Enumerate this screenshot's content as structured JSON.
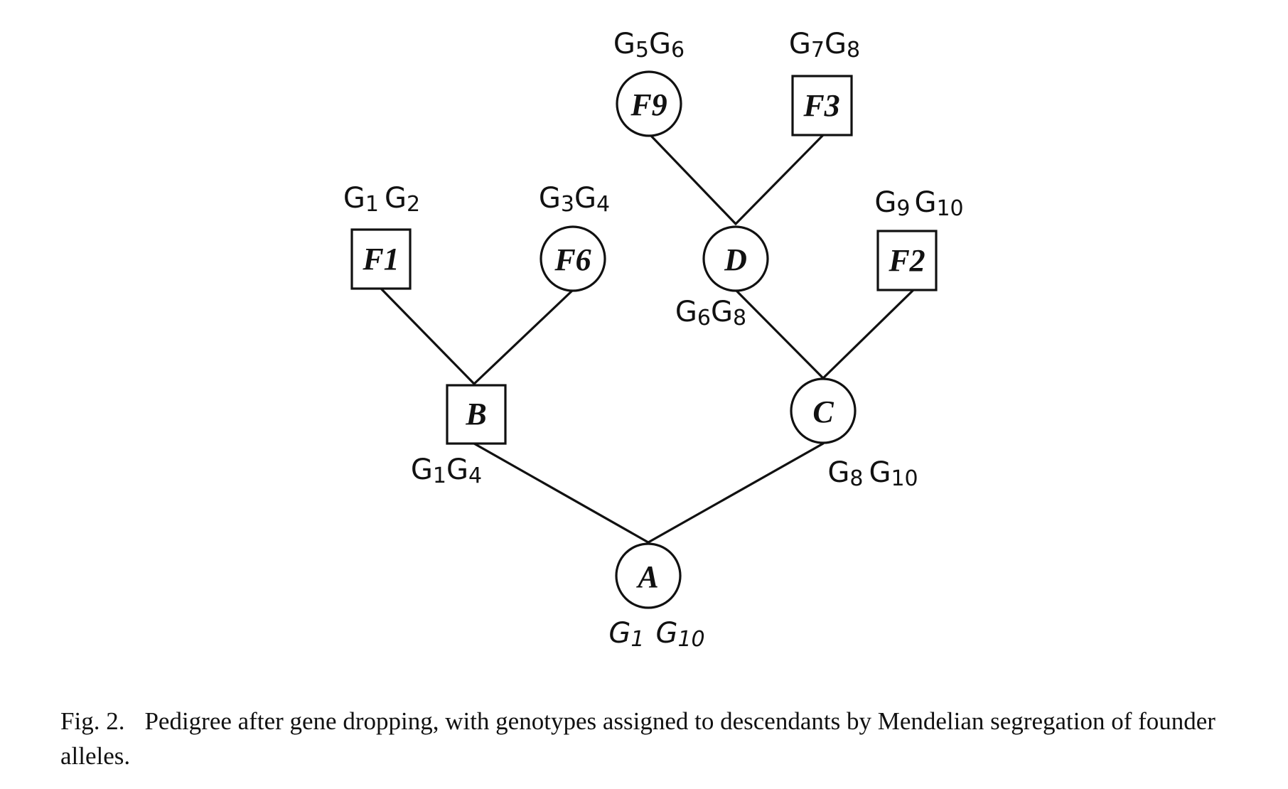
{
  "figure": {
    "caption_number": "Fig. 2.",
    "caption_text": "Pedigree after gene dropping, with genotypes assigned to descendants by Mendelian segregation of founder alleles."
  },
  "nodes": {
    "F9": {
      "label": "F9",
      "shape": "circle",
      "genotype": [
        "G",
        "5",
        "G",
        "6"
      ]
    },
    "F3": {
      "label": "F3",
      "shape": "square",
      "genotype": [
        "G",
        "7",
        "G",
        "8"
      ]
    },
    "F1": {
      "label": "F1",
      "shape": "square",
      "genotype": [
        "G",
        "1",
        "G",
        "2"
      ]
    },
    "F6": {
      "label": "F6",
      "shape": "circle",
      "genotype": [
        "G",
        "3",
        "G",
        "4"
      ]
    },
    "D": {
      "label": "D",
      "shape": "circle",
      "genotype": [
        "G",
        "6",
        "G",
        "8"
      ]
    },
    "F2": {
      "label": "F2",
      "shape": "square",
      "genotype": [
        "G",
        "9",
        "G",
        "10"
      ]
    },
    "B": {
      "label": "B",
      "shape": "square",
      "genotype": [
        "G",
        "1",
        "G",
        "4"
      ]
    },
    "C": {
      "label": "C",
      "shape": "circle",
      "genotype": [
        "G",
        "8",
        "G",
        "10"
      ]
    },
    "A": {
      "label": "A",
      "shape": "circle",
      "genotype": [
        "G",
        "1",
        "G",
        "10"
      ]
    }
  },
  "edges": [
    [
      "F9",
      "D"
    ],
    [
      "F3",
      "D"
    ],
    [
      "F1",
      "B"
    ],
    [
      "F6",
      "B"
    ],
    [
      "D",
      "C"
    ],
    [
      "F2",
      "C"
    ],
    [
      "B",
      "A"
    ],
    [
      "C",
      "A"
    ]
  ]
}
